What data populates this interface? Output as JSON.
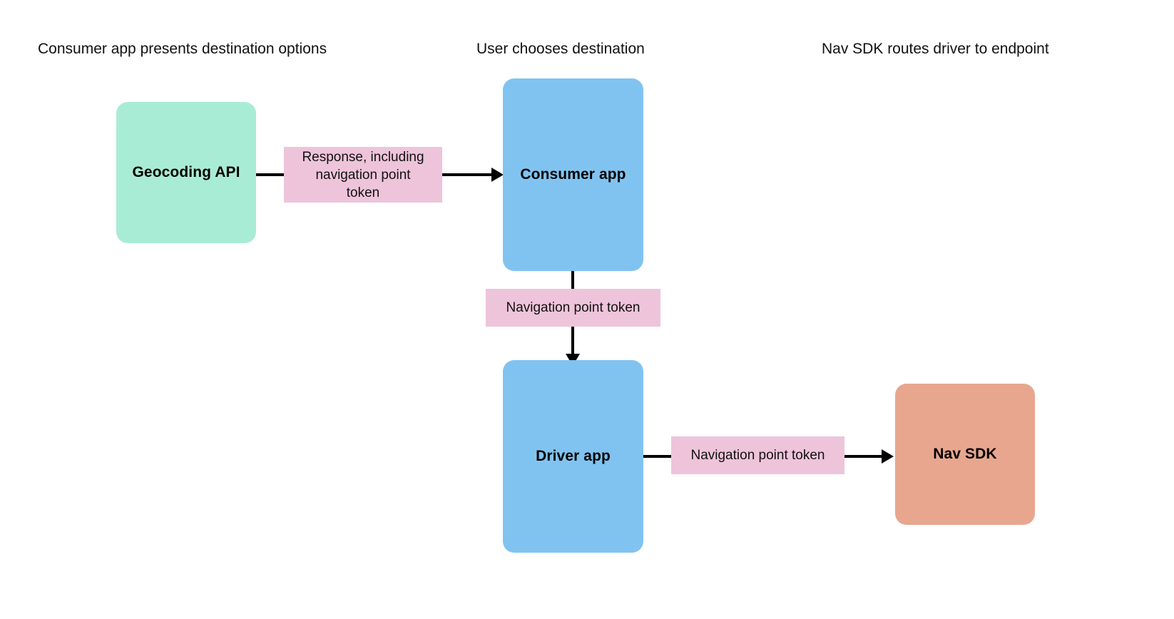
{
  "diagram": {
    "title_headers": [
      {
        "id": "header-consumer",
        "text": "Consumer app presents destination options"
      },
      {
        "id": "header-user",
        "text": "User chooses destination"
      },
      {
        "id": "header-navsdk",
        "text": "Nav SDK routes driver to endpoint"
      }
    ],
    "nodes": [
      {
        "id": "geocoding-api",
        "label": "Geocoding API",
        "color": "#a9ecd6"
      },
      {
        "id": "consumer-app",
        "label": "Consumer app",
        "color": "#81c3f0"
      },
      {
        "id": "driver-app",
        "label": "Driver app",
        "color": "#81c3f0"
      },
      {
        "id": "nav-sdk",
        "label": "Nav SDK",
        "color": "#e8a68f"
      }
    ],
    "edge_labels": [
      {
        "id": "edge-response",
        "text": "Response, including\nnavigation point\ntoken",
        "color": "#eec4da"
      },
      {
        "id": "edge-nav-token-vertical",
        "text": "Navigation point token",
        "color": "#eec4da"
      },
      {
        "id": "edge-nav-token-horizontal",
        "text": "Navigation point token",
        "color": "#eec4da"
      }
    ],
    "connectors": [
      {
        "id": "geocoding-to-consumer",
        "direction": "right"
      },
      {
        "id": "consumer-to-driver",
        "direction": "down"
      },
      {
        "id": "driver-to-navsdk",
        "direction": "right"
      }
    ]
  }
}
